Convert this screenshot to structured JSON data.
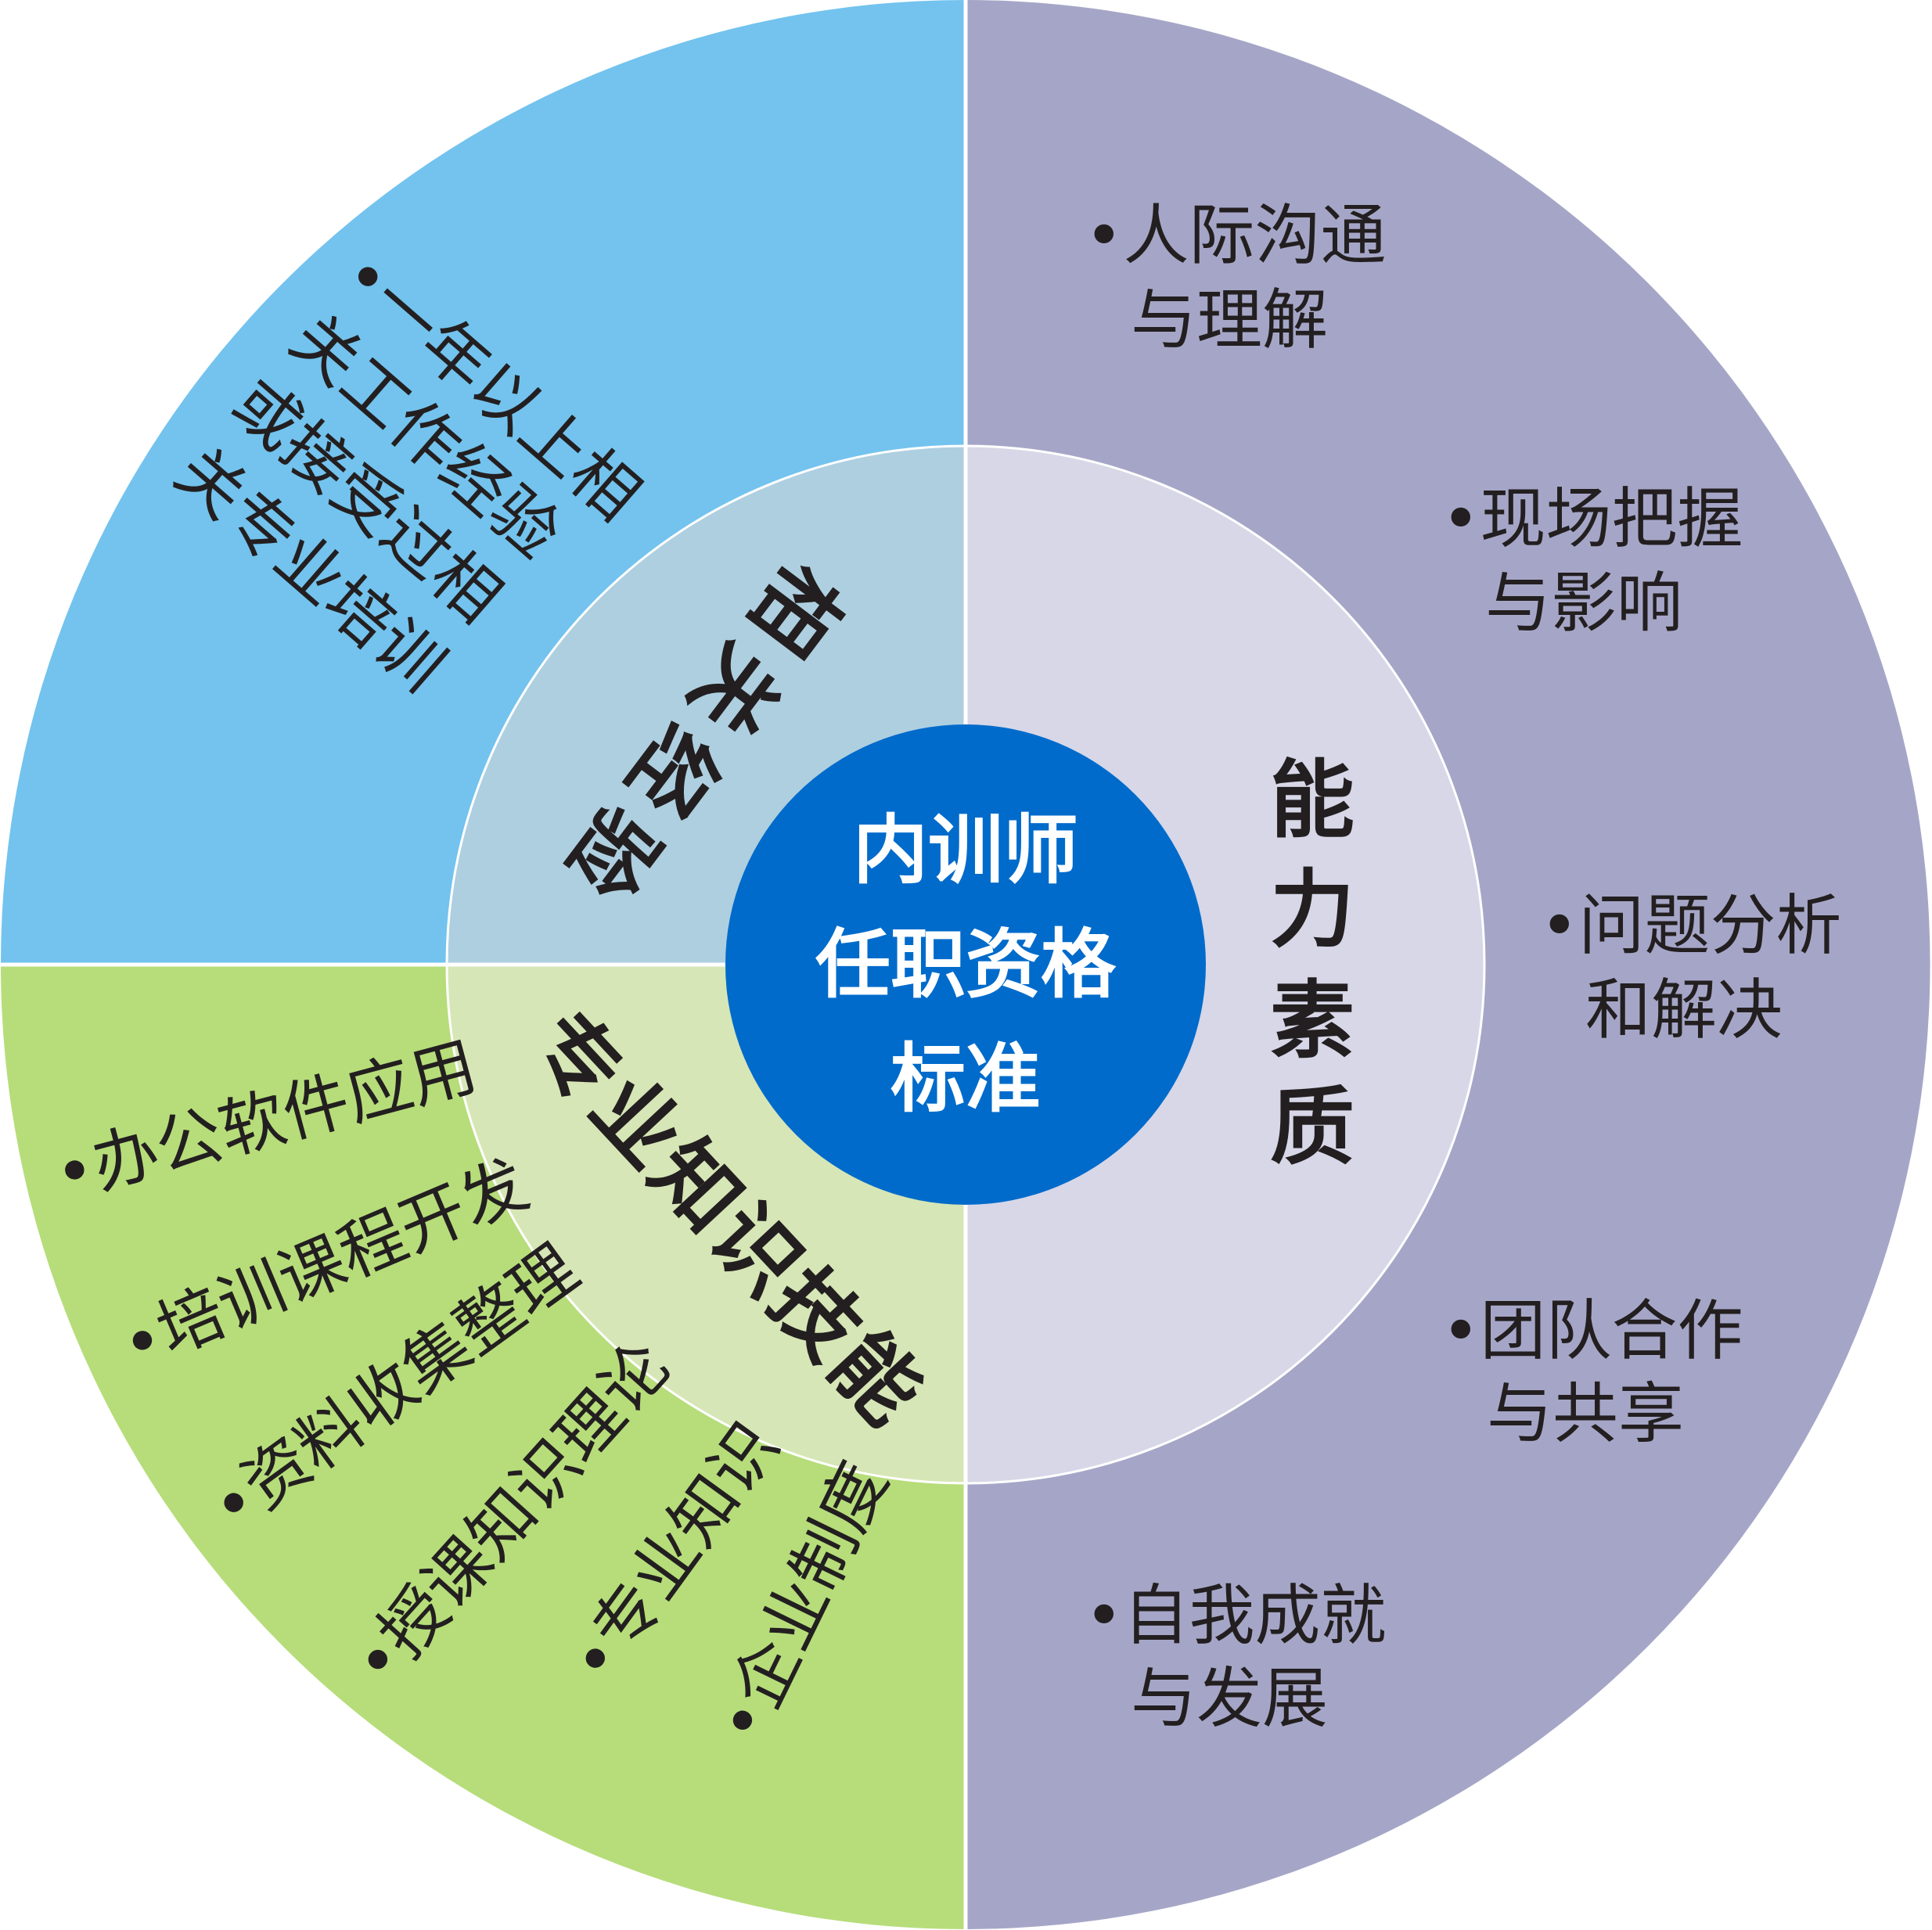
{
  "center": {
    "lines": [
      "内训师",
      "任职资格",
      "标准"
    ]
  },
  "colors": {
    "center": "#006BCB",
    "experience_outer": "#73C3EE",
    "experience_inner": "#AECFE0",
    "ability_outer": "#A5A6C7",
    "ability_inner": "#D7D7E8",
    "knowledge_outer": "#B6DD7A",
    "knowledge_inner": "#D6E6B6"
  },
  "experience": {
    "title": "相关经验",
    "lines": [
      "•一年以上相",
      "关工作经验",
      "或接受过相",
      "关专业培训"
    ]
  },
  "ability": {
    "title_chars": [
      "能",
      "力",
      "素",
      "质"
    ],
    "items": [
      {
        "line1": "•人际沟通",
        "line2": "与理解"
      },
      {
        "line1": "•现场把握",
        "line2": "与影响"
      },
      {
        "line1": "•问题分析",
        "line2": "和解决"
      },
      {
        "line1": "•团队合作",
        "line2": "与共享"
      },
      {
        "line1": "•自我成就",
        "line2": "与发展"
      }
    ]
  },
  "knowledge": {
    "title": "专业知识技能",
    "items": [
      "•办公软件应用",
      "•培训课程开发",
      "•资料收集整理",
      "•授课知识理论",
      "•专业知识",
      "•企业制度"
    ]
  }
}
